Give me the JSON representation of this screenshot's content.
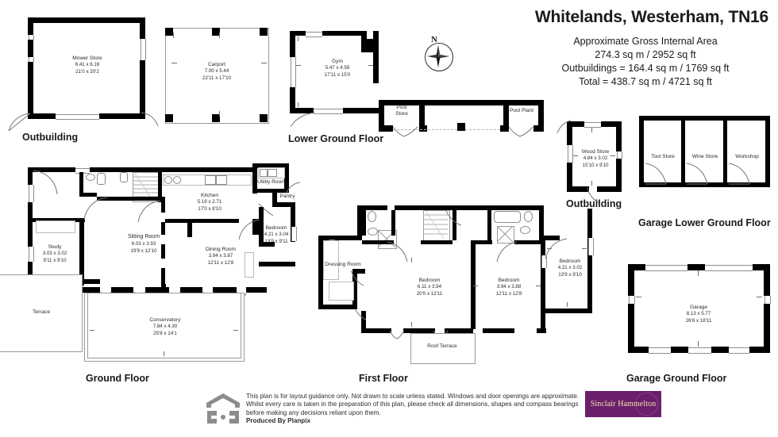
{
  "header": {
    "title": "Whitelands, Westerham, TN16",
    "area_heading": "Approximate Gross Internal Area",
    "area_line1": "274.3 sq m / 2952 sq ft",
    "area_line2": "Outbuildings = 164.4 sq m / 1769 sq ft",
    "area_line3": "Total = 438.7 sq m / 4721 sq ft"
  },
  "compass": {
    "north_label": "N",
    "icon": "compass-rose-icon"
  },
  "floor_labels": {
    "outbuilding_mower": "Outbuilding",
    "lower_ground": "Lower Ground Floor",
    "outbuilding_wood": "Outbuilding",
    "garage_lower_ground": "Garage Lower Ground Floor",
    "ground_floor": "Ground Floor",
    "first_floor": "First Floor",
    "garage_ground_floor": "Garage Ground Floor"
  },
  "rooms": {
    "mower_store": {
      "name": "Mower Store",
      "metric": "6.41 x 6.16",
      "imperial": "21'0 x 20'2"
    },
    "carport": {
      "name": "Carport",
      "metric": "7.00 x 5.44",
      "imperial": "22'11 x 17'10"
    },
    "gym": {
      "name": "Gym",
      "metric": "5.47 x 4.58",
      "imperial": "17'11 x 15'0"
    },
    "pool_store": {
      "name_line1": "Pool",
      "name_line2": "Store"
    },
    "pool_plant": {
      "name": "Pool Plant"
    },
    "wood_store": {
      "name": "Wood Store",
      "metric": "4.84 x 3.02",
      "imperial": "15'10 x 9'10"
    },
    "tool_store": {
      "name": "Tool Store"
    },
    "wine_store": {
      "name": "Wine Store"
    },
    "workshop": {
      "name": "Workshop"
    },
    "study": {
      "name": "Study",
      "metric": "3.03 x 3.02",
      "imperial": "9'11 x 9'10"
    },
    "sitting_room": {
      "name": "Sitting Room",
      "metric": "6.03 x 3.93",
      "imperial": "19'9 x 12'10"
    },
    "kitchen": {
      "name": "Kitchen",
      "metric": "5.19 x 2.71",
      "imperial": "17'0 x 8'10"
    },
    "dining_room": {
      "name": "Dining Room",
      "metric": "3.94 x 3.87",
      "imperial": "12'11 x 12'8"
    },
    "utility_room": {
      "name": "Utility Room"
    },
    "pantry": {
      "name": "Pantry"
    },
    "gf_bedroom": {
      "name": "Bedroom",
      "metric": "4.21 x 3.04",
      "imperial": "13'9 x 9'11"
    },
    "conservatory": {
      "name": "Conservatory",
      "metric": "7.84 x 4.30",
      "imperial": "25'8 x 14'1"
    },
    "terrace": {
      "name": "Terrace"
    },
    "dressing_room": {
      "name": "Dressing Room"
    },
    "bedroom_main": {
      "name": "Bedroom",
      "metric": "6.11 x 3.94",
      "imperial": "20'0 x 12'11"
    },
    "bedroom_two": {
      "name": "Bedroom",
      "metric": "3.94 x 3.88",
      "imperial": "12'11 x 12'8"
    },
    "bedroom_three": {
      "name": "Bedroom",
      "metric": "4.21 x 3.02",
      "imperial": "13'9 x 9'10"
    },
    "roof_terrace": {
      "name": "Roof Terrace"
    },
    "garage": {
      "name": "Garage",
      "metric": "8.13 x 5.77",
      "imperial": "26'8 x 18'11"
    }
  },
  "footer": {
    "disclaimer": "This plan is for layout guidance only. Not drawn to scale unless stated. Windows and door openings are approximate. Whilst every care is taken in the preparation of this plan, please check all dimensions, shapes and compass bearings before making any decisions reliant upon them.",
    "produced_by": "Produced By Planpix",
    "agent_name": "Sinclair Hammelton"
  },
  "colors": {
    "wall": "#000000",
    "text": "#1a1a1a",
    "agent_brand": "#6b1f6b",
    "agent_text": "#f2e3a8"
  }
}
